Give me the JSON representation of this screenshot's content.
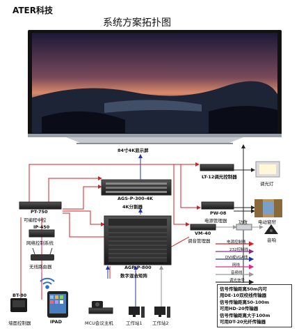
{
  "brand": "ATER科技",
  "title": "系统方案拓扑图",
  "devices": {
    "display": "84寸4K显示屏",
    "splitter": "AGS-P-300-4K",
    "splitter_sub": "4K分割器",
    "matrix": "AGP-P-800",
    "matrix_sub": "数字混合矩阵",
    "pt750": "PT-750",
    "pt750_sub": "可编程中控",
    "ip450": "IP-450",
    "ip450_sub": "网络控制系统",
    "router": "无线路由器",
    "bt80": "BT-80",
    "bt80_sub": "墙面控制器",
    "ipad": "IPAD",
    "mcu": "MCU会议主机",
    "ws1": "工作站1",
    "ws2": "工作站2",
    "lt12": "LT-12调光控制器",
    "dimmer_light": "调光灯",
    "pw08": "PW-08",
    "pw08_sub": "电源管理器",
    "curtain": "电动窗帘",
    "vm40": "VM-40",
    "vm40_sub": "调音管理器",
    "amp": "功放",
    "speaker": "音响"
  },
  "legend": [
    {
      "label": "电源控制线",
      "color": "#d42020"
    },
    {
      "label": "232控制线",
      "color": "#8a2d8a"
    },
    {
      "label": "DVI或VGA线",
      "color": "#2233aa"
    },
    {
      "label": "网线",
      "color": "#e02a8a"
    },
    {
      "label": "音频线",
      "color": "#999999"
    },
    {
      "label": "调光信号",
      "color": "#333333"
    }
  ],
  "notes": [
    "信号传输距离50m内可",
    "用DE-10双绞线传输器",
    "信号传输距离50-100m",
    "可用HD-20传输器",
    "信号传输距离大于100m",
    "可用DT-20光纤传输器"
  ]
}
